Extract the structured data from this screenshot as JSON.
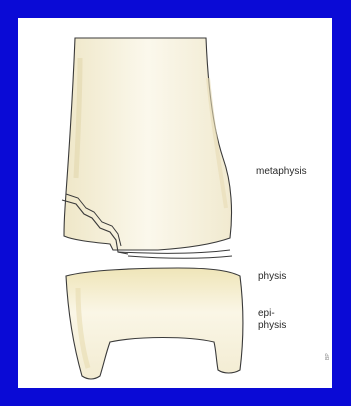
{
  "labels": {
    "metaphysis": "metaphysis",
    "physis": "physis",
    "epiphysis_line1": "epi-",
    "epiphysis_line2": "physis"
  },
  "credit": "BP",
  "colors": {
    "border": "#0a0ad6",
    "panel": "#ffffff",
    "bone_fill": "#f6f1de",
    "bone_outline": "#3a3a3a",
    "label_text": "#2a2a2a"
  }
}
